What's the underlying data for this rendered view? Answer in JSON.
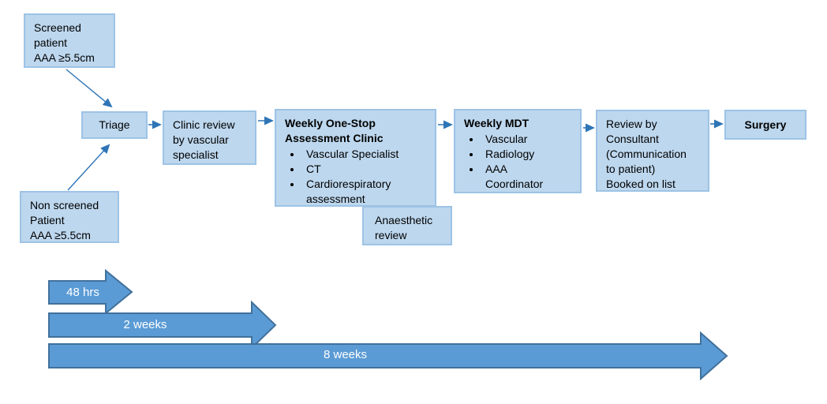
{
  "nodes": {
    "screened": {
      "text": "Screened\npatient\nAAA ≥5.5cm"
    },
    "non_screened": {
      "text": "Non screened\nPatient\nAAA ≥5.5cm"
    },
    "triage": {
      "text": "Triage"
    },
    "clinic_review": {
      "text": "Clinic review\nby vascular\nspecialist"
    },
    "one_stop": {
      "title": "Weekly One-Stop\nAssessment Clinic",
      "items": [
        "Vascular Specialist",
        "CT",
        "Cardiorespiratory\nassessment"
      ]
    },
    "anaesthetic": {
      "text": "Anaesthetic\nreview"
    },
    "mdt": {
      "title": "Weekly MDT",
      "items": [
        "Vascular",
        "Radiology",
        "AAA\nCoordinator"
      ]
    },
    "consultant_review": {
      "text": "Review by\nConsultant\n(Communication\nto patient)\nBooked on list"
    },
    "surgery": {
      "text": "Surgery"
    }
  },
  "timeline": {
    "arrows": [
      {
        "label": "48 hrs"
      },
      {
        "label": "2 weeks"
      },
      {
        "label": "8 weeks"
      }
    ]
  },
  "colors": {
    "node_fill": "#BDD7EE",
    "node_border": "#9DC3E6",
    "timeline_fill": "#5B9BD5",
    "timeline_border": "#41719C",
    "connector": "#2E75B6",
    "timeline_text": "#FFFFFF"
  }
}
